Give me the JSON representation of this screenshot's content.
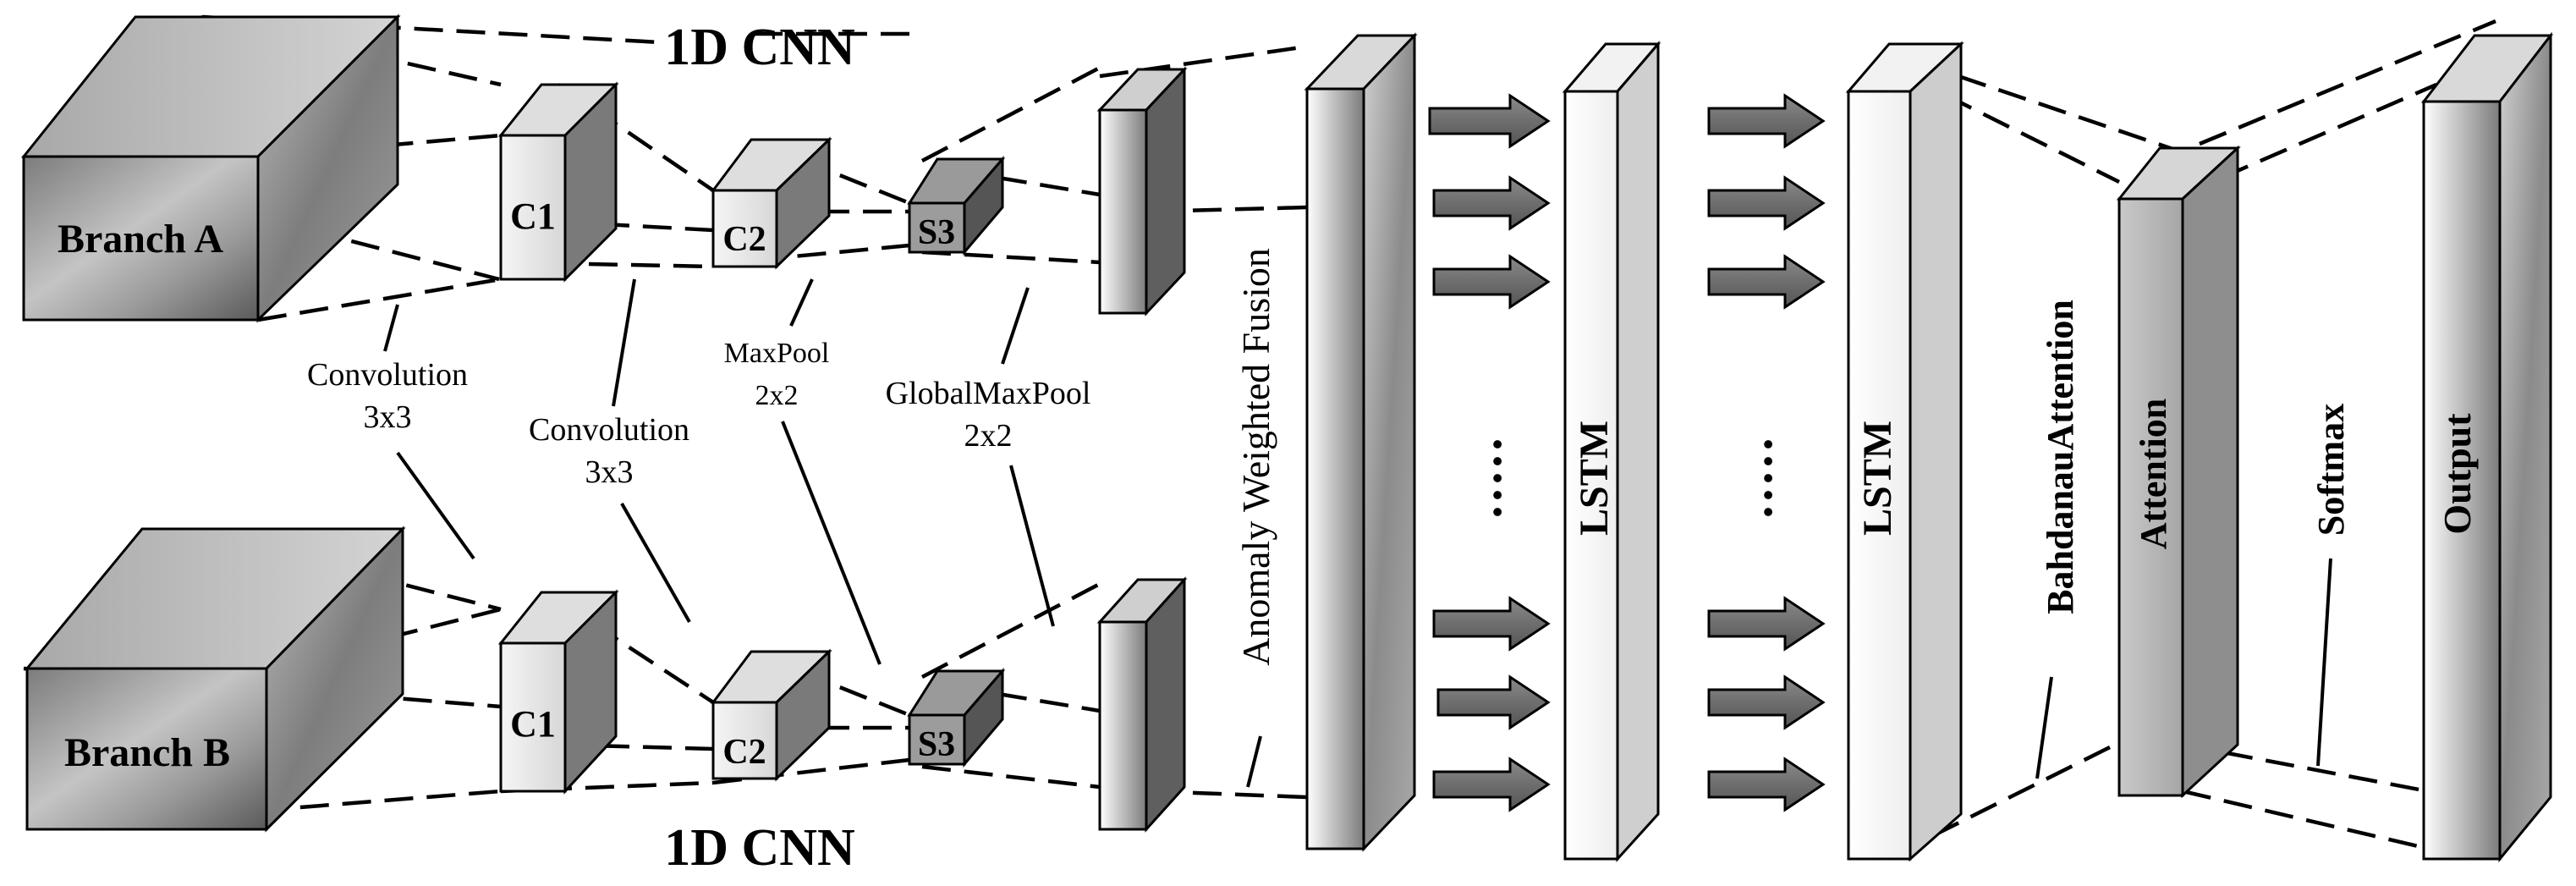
{
  "branches": {
    "a": "Branch A",
    "b": "Branch B"
  },
  "cnn_titles": {
    "top": "1D CNN",
    "bottom": "1D CNN"
  },
  "layers": {
    "c1": "C1",
    "c2": "C2",
    "s3": "S3"
  },
  "ops": {
    "conv1_line1": "Convolution",
    "conv1_line2": "3x3",
    "conv2_line1": "Convolution",
    "conv2_line2": "3x3",
    "maxpool_line1": "MaxPool",
    "maxpool_line2": "2x2",
    "gmp_line1": "GlobalMaxPool",
    "gmp_line2": "2x2"
  },
  "fusion": "Anomaly Weighted Fusion",
  "lstm1": "LSTM",
  "lstm2": "LSTM",
  "ellipsis": "·····",
  "bahdanau": "BahdanauAttention",
  "attention": "Attention",
  "softmax": "Softmax",
  "output": "Output"
}
